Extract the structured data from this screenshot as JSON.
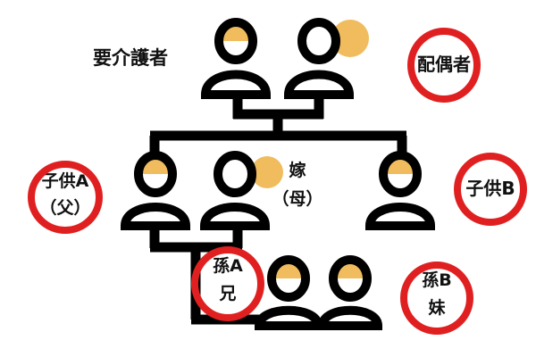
{
  "labels": {
    "care_recipient": "要介護者",
    "spouse": "配偶者",
    "child_a": [
      "子供A",
      "（父）"
    ],
    "daughter_in_law": [
      "嫁",
      "（母）"
    ],
    "child_b": "子供B",
    "grandchild_a": [
      "孫A",
      "兄"
    ],
    "grandchild_b": [
      "孫B",
      "妹"
    ]
  },
  "colors": {
    "line": "#000000",
    "accent": "#f0bc5e",
    "circle": "#e02020"
  }
}
